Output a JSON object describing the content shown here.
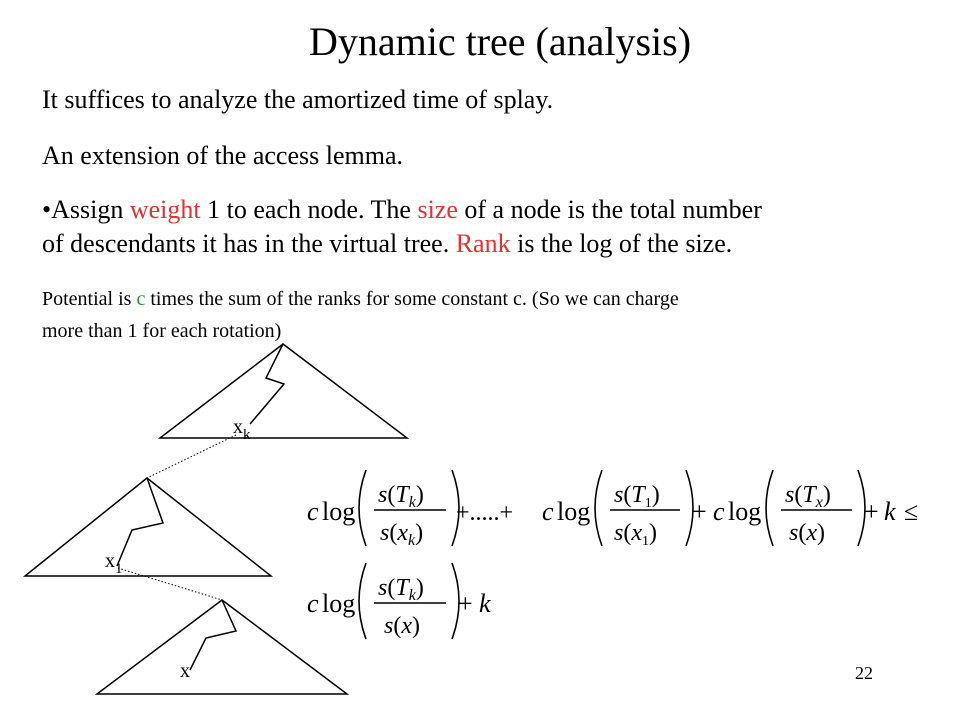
{
  "slide": {
    "title": "Dynamic tree (analysis)",
    "line1": "It suffices to analyze the amortized time of splay.",
    "line2": "An extension of the access lemma.",
    "bullet_a": "•Assign ",
    "bullet_weight": "weight",
    "bullet_b": " 1 to each node. The ",
    "bullet_size": "size",
    "bullet_c": " of a node is the total number",
    "bullet2_a": "of descendants it has in the virtual tree. ",
    "bullet2_rank": "Rank",
    "bullet2_b": " is the log of the size.",
    "pot_a": "Potential is ",
    "pot_c": "c",
    "pot_b": " times the sum of the ranks for some constant c. (So we can charge",
    "pot_line2": "more than 1 for each rotation)",
    "page_number": "22"
  },
  "diagram": {
    "node_xk": "x",
    "node_xk_sub": "k",
    "node_x1": "x",
    "node_x1_sub": "1",
    "node_x": "x"
  },
  "equation": {
    "c": "c",
    "log": "log",
    "s": "s",
    "T": "T",
    "x": "x",
    "k": "k",
    "one": "1",
    "dots": "+.....+",
    "plus": "+",
    "leq": "≤"
  },
  "colors": {
    "highlight_red": "#e8302c",
    "highlight_green": "#1a9a2a"
  }
}
